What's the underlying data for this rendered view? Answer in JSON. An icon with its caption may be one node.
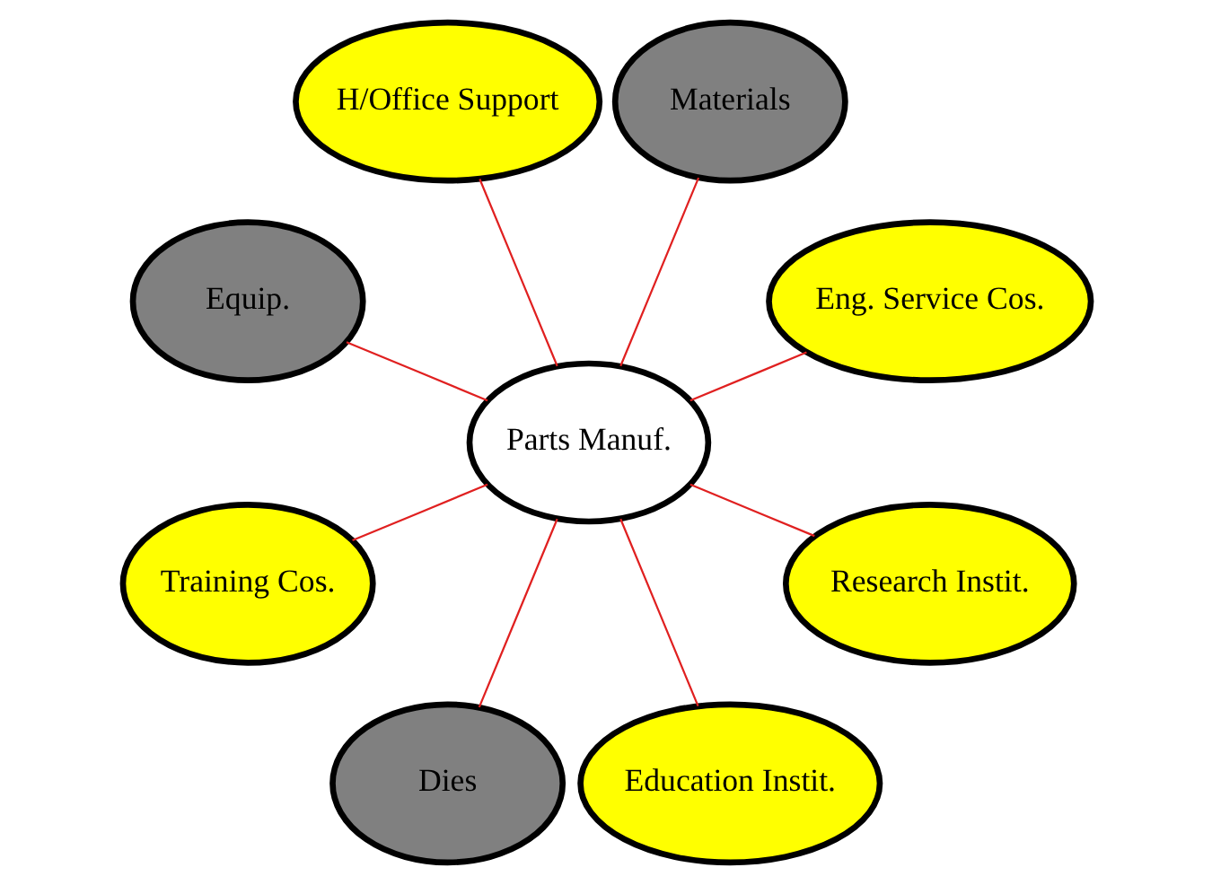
{
  "diagram": {
    "nodes": [
      {
        "text": [
          "Eng. Service Cos."
        ]
      },
      {
        "text": [
          "Materials"
        ]
      },
      {
        "text": [
          "H/Office Support"
        ]
      },
      {
        "text": [
          "Equip."
        ]
      },
      {
        "text": [
          "Parts Manuf."
        ]
      },
      {
        "text": [
          "Training Cos."
        ]
      },
      {
        "text": [
          "Dies"
        ]
      },
      {
        "text": [
          "Education Instit."
        ]
      },
      {
        "text": [
          "Research Instit."
        ]
      }
    ],
    "edges": [
      {
        "from": 4,
        "to": 0,
        "arrow": "none"
      },
      {
        "from": 4,
        "to": 2,
        "arrow": "none"
      },
      {
        "from": 4,
        "to": 5,
        "arrow": "none"
      },
      {
        "from": 4,
        "to": 7,
        "arrow": "none"
      },
      {
        "from": 4,
        "to": 8,
        "arrow": "none"
      },
      {
        "from": 4,
        "to": 6,
        "arrow": "none"
      },
      {
        "from": 4,
        "to": 3,
        "arrow": "none"
      },
      {
        "from": 4,
        "to": 1,
        "arrow": "none"
      }
    ]
  }
}
